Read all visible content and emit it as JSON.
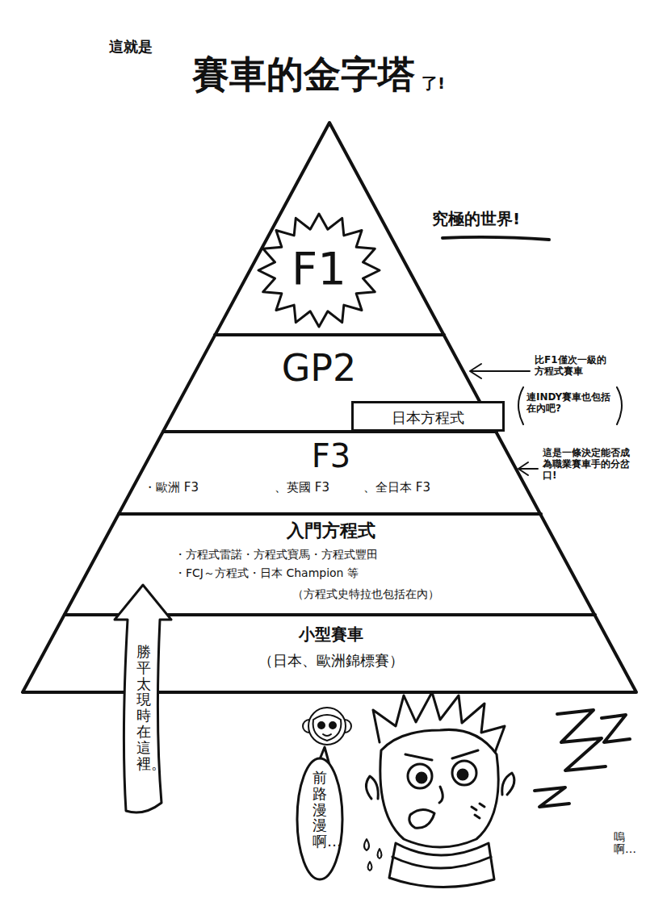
{
  "diagram": {
    "title": "賽車的金字塔",
    "nodes": [
      {
        "text": [
          "F1"
        ]
      },
      {
        "text": [
          "GP2"
        ]
      },
      {
        "text": [
          "日本方程式"
        ],
        "in": 1
      },
      {
        "text": [
          "F3",
          "・歐洲 F3",
          "、英國 F3",
          "、全日本 F3"
        ]
      },
      {
        "text": [
          "入門方程式",
          "・方程式雷諾・方程式寶馬・方程式豐田",
          "・FCJ～方程式・日本 Champion 等",
          "（方程式史特拉也包括在內）"
        ]
      },
      {
        "text": [
          "小型賽車",
          "（日本、歐洲錦標賽）"
        ]
      },
      {
        "text": [
          "勝平太現時在這裡。"
        ]
      },
      {
        "text": [
          "前路漫漫啊…"
        ]
      }
    ],
    "labels": [
      "這就是",
      "了!",
      "究極的世界!",
      "比F1僅次一級的方程式賽車",
      "連INDY賽車也包括在內吧?",
      "這是一條決定能否成為職業賽車手的分岔口!",
      "嗚啊…"
    ]
  }
}
